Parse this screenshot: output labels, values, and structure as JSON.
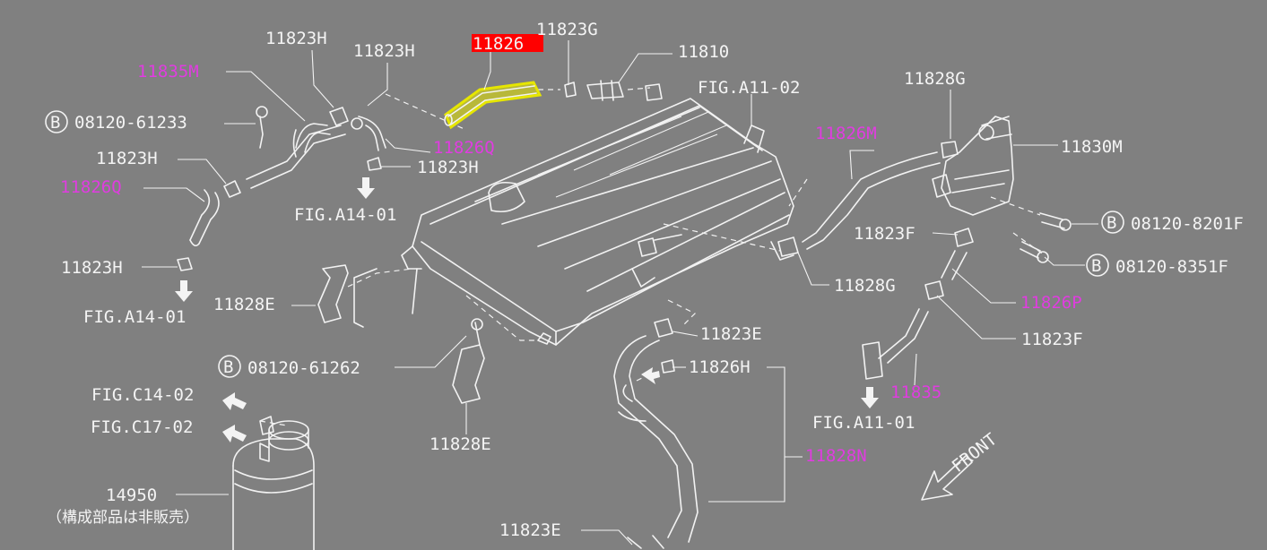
{
  "colors": {
    "background": "#808080",
    "line": "#f2f2f2",
    "label_white": "#f4f4f4",
    "label_magenta": "#e03ce0",
    "selected_box": "#ff0000",
    "highlight_part": "#e6e600"
  },
  "labels": {
    "p11823H_a": "11823H",
    "p11823H_b": "11823H",
    "p11823H_c": "11823H",
    "p11823H_d": "11823H",
    "p11823H_e": "11823H",
    "p11826_selected": "11826",
    "p11823G": "11823G",
    "p11810": "11810",
    "figA11_02": "FIG.A11-02",
    "p11828G_a": "11828G",
    "p11828G_b": "11828G",
    "p11835M": "11835M",
    "b08120_61233": "08120-61233",
    "p11826Q_a": "11826Q",
    "p11826Q_b": "11826Q",
    "p11826M": "11826M",
    "p11830M": "11830M",
    "b08120_8201F": "08120-8201F",
    "b08120_8351F": "08120-8351F",
    "p11823F_a": "11823F",
    "p11823F_b": "11823F",
    "p11826P": "11826P",
    "figA14_01_a": "FIG.A14-01",
    "figA14_01_b": "FIG.A14-01",
    "p11828E_a": "11828E",
    "p11828E_b": "11828E",
    "b08120_61262": "08120-61262",
    "p11823E_a": "11823E",
    "p11823E_b": "11823E",
    "p11826H": "11826H",
    "p11835": "11835",
    "figA11_01": "FIG.A11-01",
    "figC14_02": "FIG.C14-02",
    "figC17_02": "FIG.C17-02",
    "p14950": "14950",
    "note_jp": "（構成部品は非販売）",
    "p11828N": "11828N",
    "front": "FRONT",
    "bolt_symbol": "B"
  }
}
